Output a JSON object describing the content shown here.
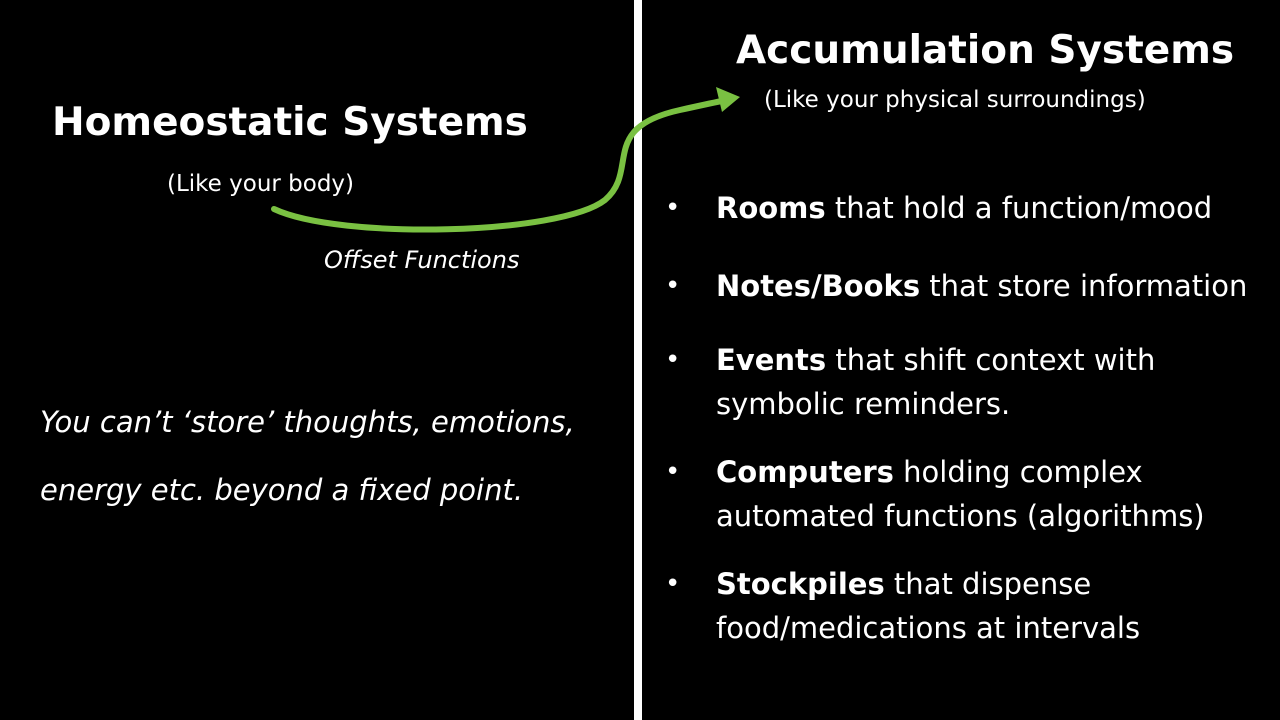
{
  "left": {
    "title": "Homeostatic Systems",
    "subtitle": "(Like your body)",
    "statement": "You can’t ‘store’ thoughts, emotions, energy etc. beyond a fixed point."
  },
  "arrow": {
    "label": "Offset Functions",
    "color": "#7ac142"
  },
  "right": {
    "title": "Accumulation Systems",
    "subtitle": "(Like your physical surroundings)",
    "items": [
      {
        "term": "Rooms",
        "text": " that hold a function/mood"
      },
      {
        "term": "Notes/Books",
        "text": " that store information"
      },
      {
        "term": "Events",
        "text": " that shift context with symbolic reminders."
      },
      {
        "term": "Computers",
        "text": " holding complex automated functions (algorithms)"
      },
      {
        "term": "Stockpiles",
        "text": " that dispense food/medications at intervals"
      }
    ]
  },
  "colors": {
    "background": "#000000",
    "text": "#ffffff",
    "divider": "#ffffff"
  }
}
